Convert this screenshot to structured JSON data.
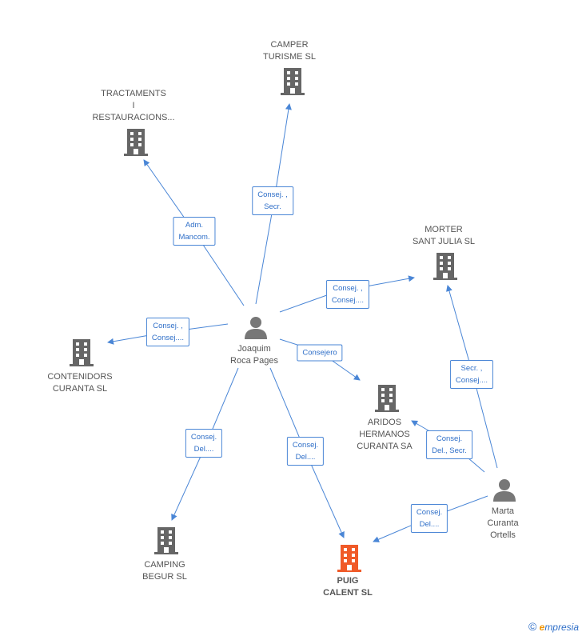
{
  "companies": {
    "camper": "CAMPER\nTURISME SL",
    "tractaments": "TRACTAMENTS\nI\nRESTAURACIONS...",
    "morter": "MORTER\nSANT JULIA SL",
    "contenidors": "CONTENIDORS\nCURANTA  SL",
    "aridos": "ARIDOS\nHERMANOS\nCURANTA SA",
    "camping": "CAMPING\nBEGUR  SL",
    "puig": "PUIG\nCALENT SL"
  },
  "people": {
    "joaquim": "Joaquim\nRoca Pages",
    "marta": "Marta\nCuranta\nOrtells"
  },
  "relations": {
    "joaquim_camper": "Consej. ,\nSecr.",
    "joaquim_tractaments": "Adm.\nMancom.",
    "joaquim_morter": "Consej. ,\nConsej....",
    "joaquim_contenidors": "Consej. ,\nConsej....",
    "joaquim_aridos": "Consejero",
    "joaquim_camping": "Consej.\nDel....",
    "joaquim_puig": "Consej.\nDel....",
    "marta_morter": "Secr. ,\nConsej....",
    "marta_aridos": "Consej.\nDel., Secr.",
    "marta_puig": "Consej.\nDel...."
  },
  "colors": {
    "company_icon": "#666666",
    "focus_icon": "#f05a28",
    "person_icon": "#777777",
    "edge": "#4a86d6"
  },
  "branding": {
    "copyright": "©",
    "brand_e": "e",
    "brand_rest": "mpresia"
  }
}
